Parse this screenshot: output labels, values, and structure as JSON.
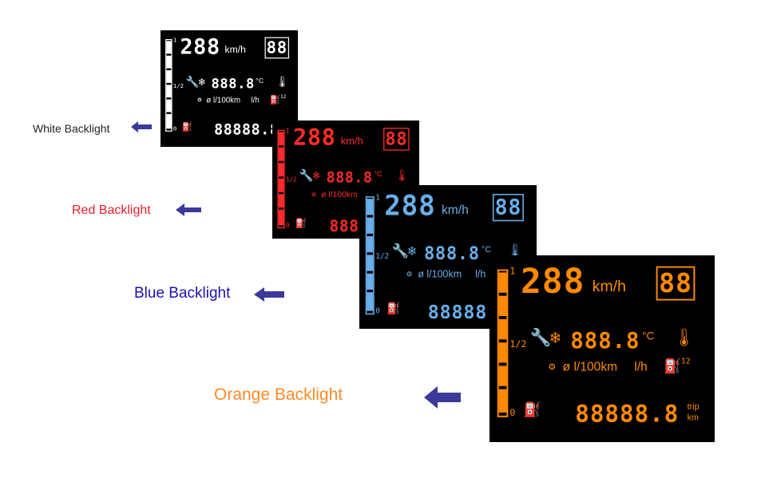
{
  "labels": {
    "white": "White Backlight",
    "red": "Red Backlight",
    "blue": "Blue Backlight",
    "orange": "Orange Backlight"
  },
  "colors": {
    "white": "#ffffff",
    "red": "#ff2a2a",
    "blue": "#6aaee8",
    "orange": "#ff8a00",
    "white_label": "#222222",
    "red_label": "#e8202a",
    "blue_label": "#1a12b0",
    "orange_label": "#ff8a28",
    "arrow": "#3a3a9a"
  },
  "display": {
    "scale_top": "1",
    "scale_mid": "1/2",
    "speed_digits": "288",
    "speed_unit": "km/h",
    "gear_digits": "88",
    "temp_digits": "888.8",
    "temp_unit": "°C",
    "consumption_unit": "ø l/100km",
    "per_hour": "l/h",
    "fuel_marker": "12",
    "bottom_marker": "0",
    "odo_digits": "88888.8",
    "trip_label": "trip",
    "km_label": "km"
  },
  "icons": [
    "wrench-icon",
    "snowflake-icon",
    "coolant-temp-icon",
    "fuel-pump-icon",
    "gear-icon",
    "left-arrow-icon"
  ]
}
